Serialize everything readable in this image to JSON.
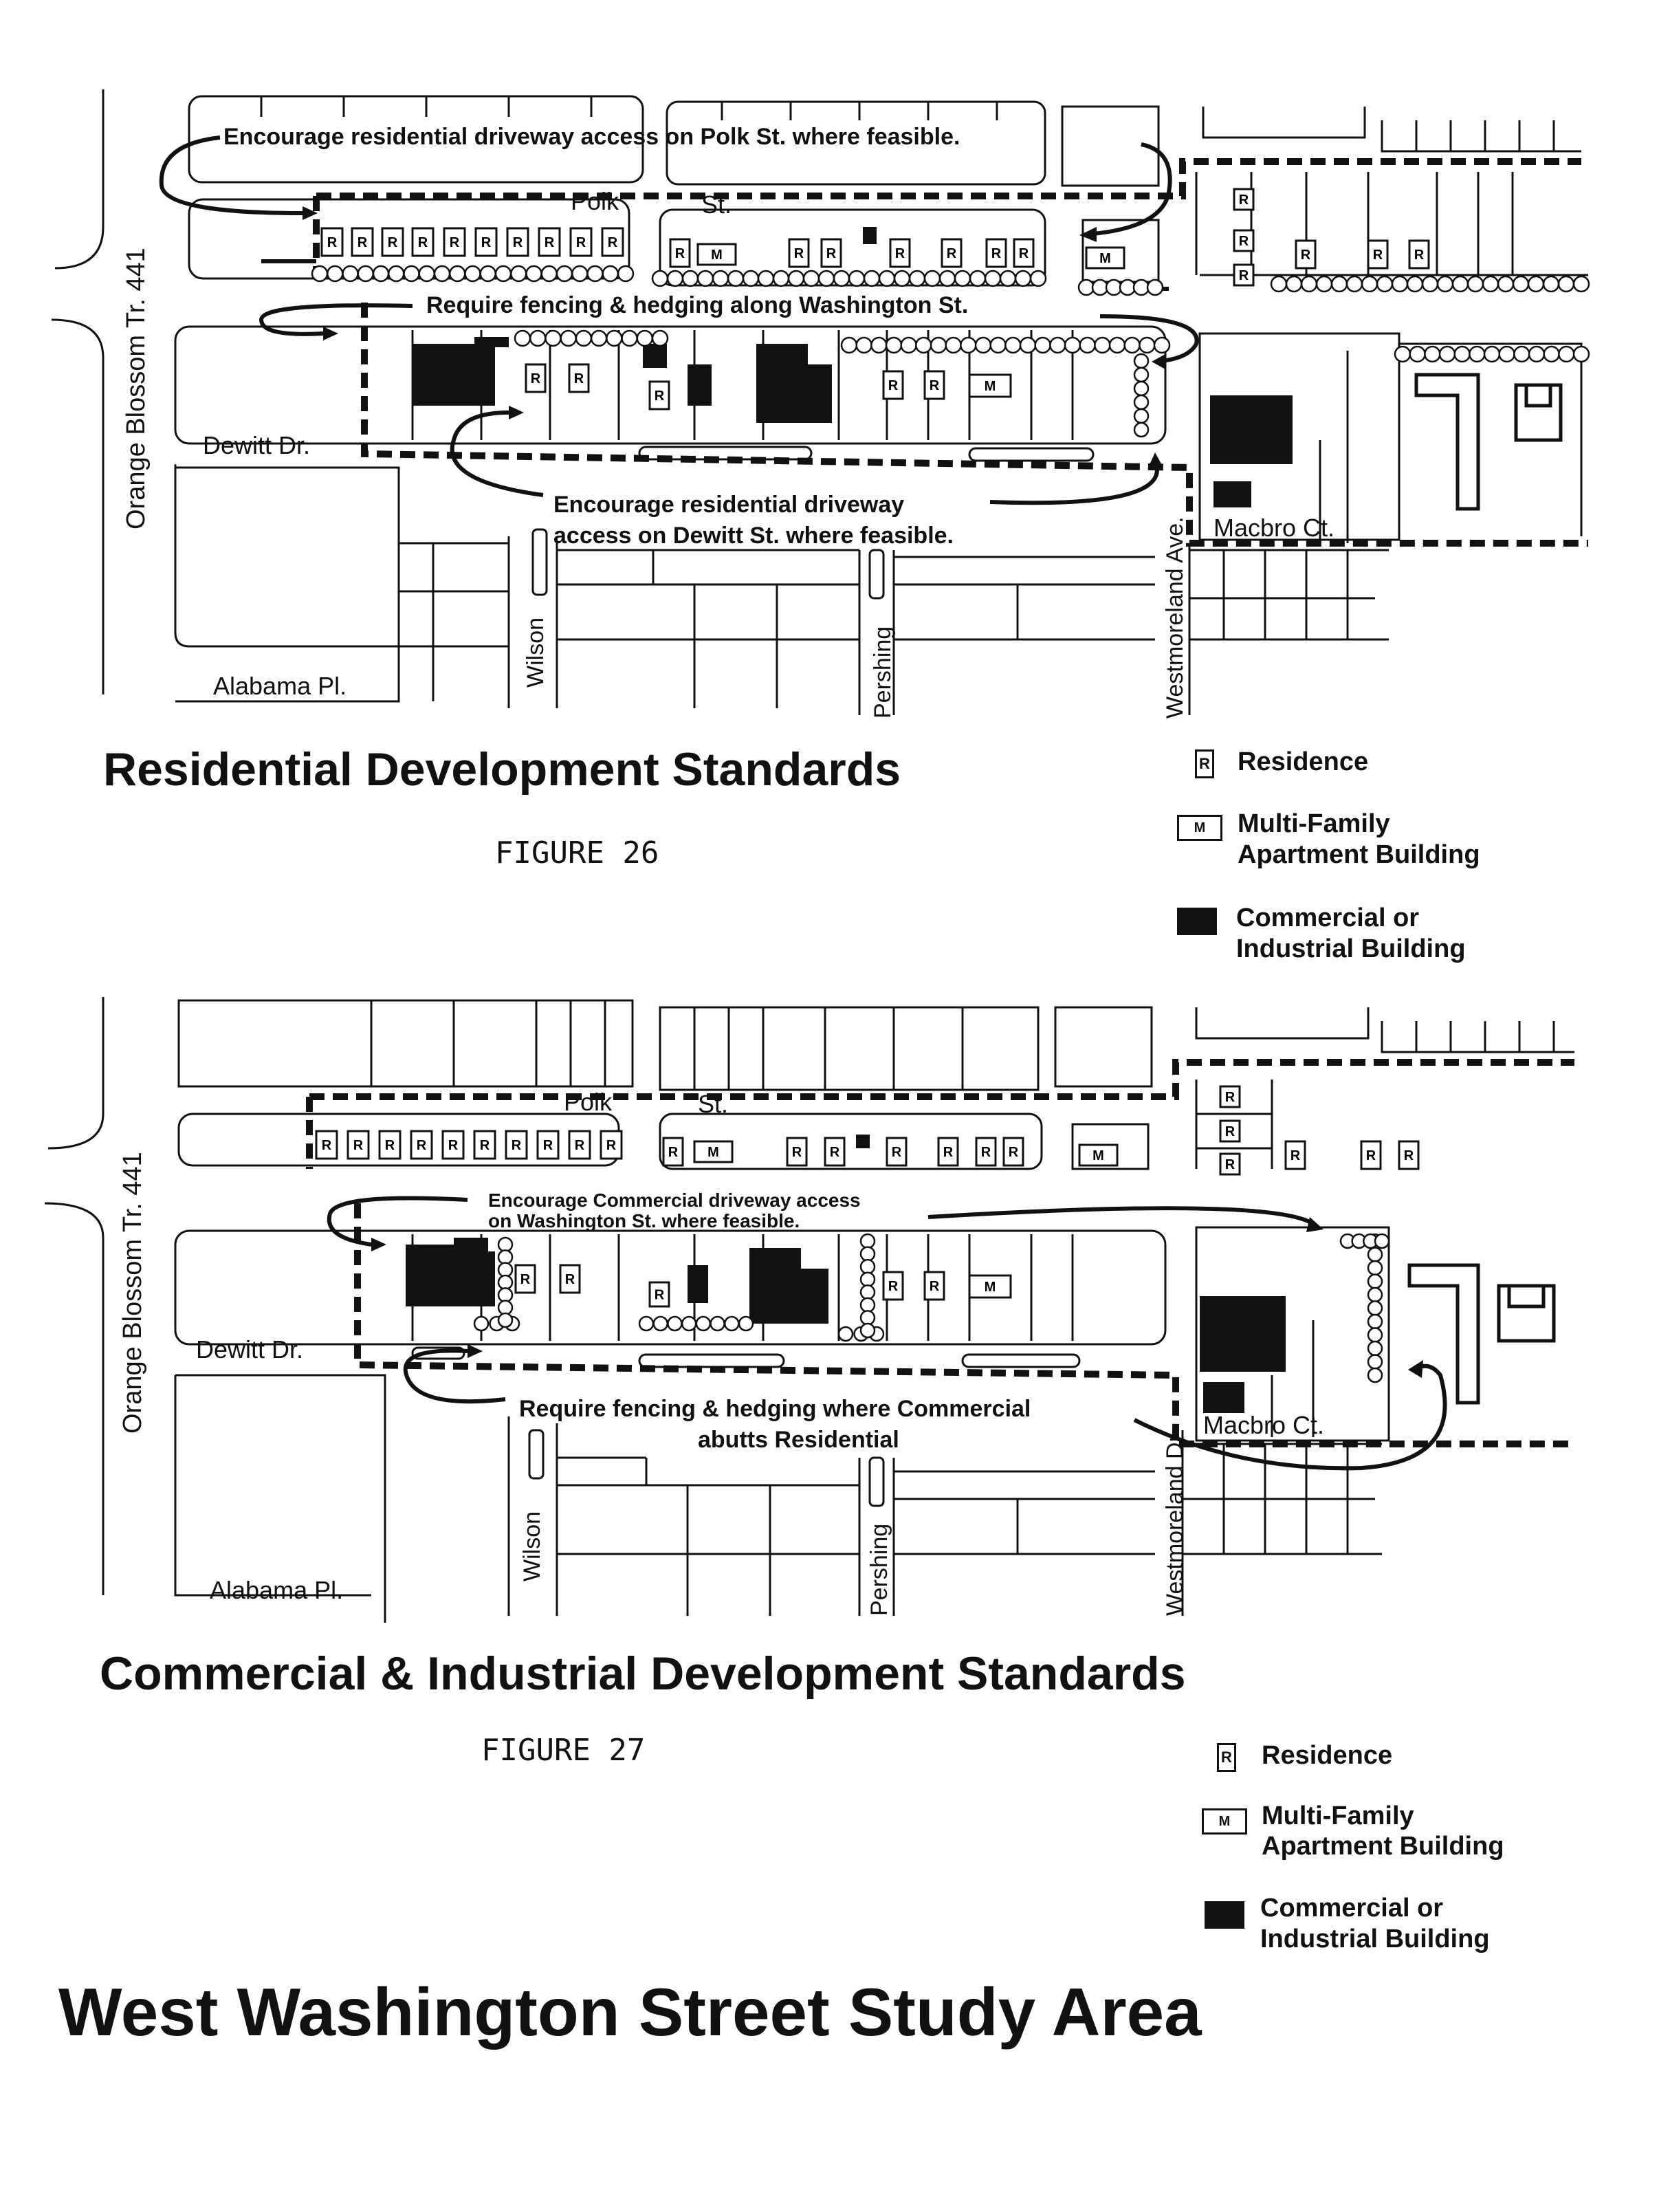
{
  "streets": {
    "orange_blossom": "Orange Blossom Tr.  441",
    "polk_1": "Polk",
    "polk_2": "St.",
    "dewitt": "Dewitt Dr.",
    "alabama": "Alabama Pl.",
    "wilson": "Wilson",
    "pershing": "Pershing",
    "westmoreland_ave": "Westmoreland Ave.",
    "westmoreland_dr": "Westmoreland Dr",
    "macbro": "Macbro Ct."
  },
  "building_codes": {
    "residence": "R",
    "multifamily": "M"
  },
  "figure26": {
    "title": "Residential Development Standards",
    "figure_label": "FIGURE 26",
    "annotations": {
      "polk_access": "Encourage residential driveway access on Polk St. where feasible.",
      "fencing": "Require fencing & hedging along Washington St.",
      "dewitt_access_1": "Encourage residential driveway",
      "dewitt_access_2": "access on Dewitt St. where feasible."
    }
  },
  "figure27": {
    "title": "Commercial & Industrial Development Standards",
    "figure_label": "FIGURE 27",
    "annotations": {
      "commercial_access_1": "Encourage Commercial driveway access",
      "commercial_access_2": "on Washington St. where feasible.",
      "fencing_1": "Require fencing & hedging where Commercial",
      "fencing_2": "abutts Residential"
    }
  },
  "legend": {
    "residence": "Residence",
    "multifamily_1": "Multi-Family",
    "multifamily_2": "Apartment Building",
    "commercial_1": "Commercial or",
    "commercial_2": "Industrial Building"
  },
  "page_title": "West Washington Street Study Area",
  "colors": {
    "ink": "#111111",
    "paper": "#ffffff"
  }
}
